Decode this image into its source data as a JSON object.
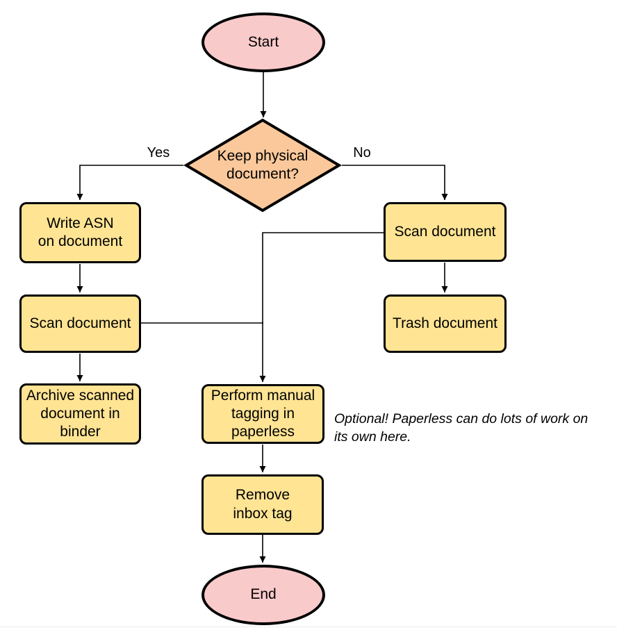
{
  "diagram": {
    "nodes": {
      "start": {
        "label": "Start",
        "type": "terminator"
      },
      "decision": {
        "label": "Keep physical\ndocument?",
        "type": "decision"
      },
      "write_asn": {
        "label": "Write ASN\non document",
        "type": "process"
      },
      "scan_left": {
        "label": "Scan document",
        "type": "process"
      },
      "archive": {
        "label": "Archive scanned\ndocument in\nbinder",
        "type": "process"
      },
      "scan_right": {
        "label": "Scan document",
        "type": "process"
      },
      "trash": {
        "label": "Trash document",
        "type": "process"
      },
      "tagging": {
        "label": "Perform manual\ntagging in\npaperless",
        "type": "process"
      },
      "remove_inbox": {
        "label": "Remove\ninbox tag",
        "type": "process"
      },
      "end": {
        "label": "End",
        "type": "terminator"
      }
    },
    "edge_labels": {
      "yes": "Yes",
      "no": "No"
    },
    "note": "Optional! Paperless can do lots of work on\nits own here.",
    "colors": {
      "stroke": "#000000",
      "terminator_fill": "#f9caca",
      "decision_fill": "#fac89b",
      "process_fill": "#ffe494",
      "page_rule": "#ededed"
    }
  }
}
